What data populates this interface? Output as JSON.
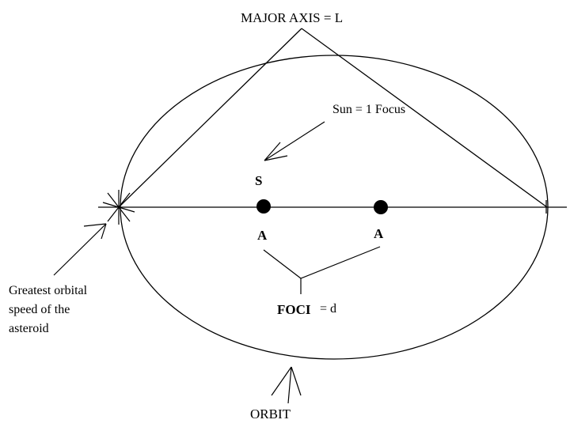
{
  "diagram": {
    "major_axis_label": "MAJOR AXIS = L",
    "sun_label": "Sun = 1 Focus",
    "sun_marker": "S",
    "focus_a_left": "A",
    "focus_a_right": "A",
    "foci_label": "FOCI",
    "foci_value": "= d",
    "greatest_speed_label": [
      "Greatest orbital",
      "speed of the",
      "asteroid"
    ],
    "orbit_label": "ORBIT"
  }
}
